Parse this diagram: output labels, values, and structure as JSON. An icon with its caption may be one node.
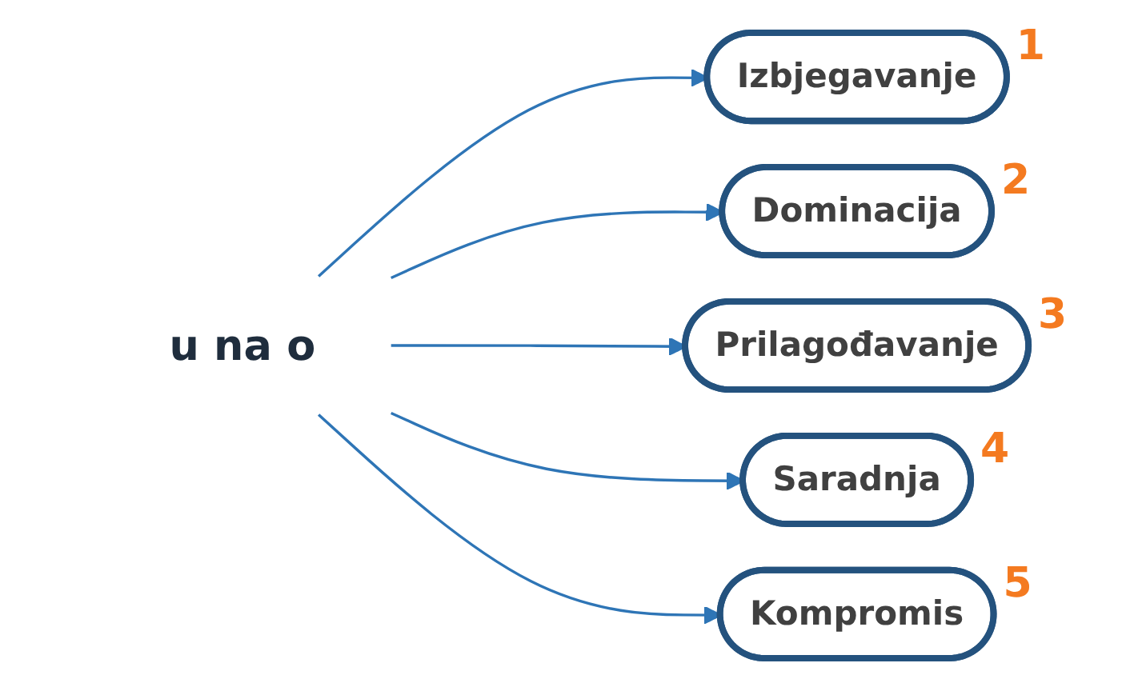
{
  "diagram": {
    "nodes": [
      {
        "text": [
          "u na o"
        ]
      },
      {
        "text": [
          "Izbjegavanje"
        ],
        "beside": [
          "1"
        ]
      },
      {
        "text": [
          "Dominacija"
        ],
        "beside": [
          "2"
        ]
      },
      {
        "text": [
          "Prilagođavanje"
        ],
        "beside": [
          "3"
        ]
      },
      {
        "text": [
          "Saradnja"
        ],
        "beside": [
          "4"
        ]
      },
      {
        "text": [
          "Kompromis"
        ],
        "beside": [
          "5"
        ]
      }
    ],
    "edges": [
      {
        "from": 0,
        "to": 1,
        "arrow": "to"
      },
      {
        "from": 0,
        "to": 2,
        "arrow": "to"
      },
      {
        "from": 0,
        "to": 3,
        "arrow": "to"
      },
      {
        "from": 0,
        "to": 4,
        "arrow": "to"
      },
      {
        "from": 0,
        "to": 5,
        "arrow": "to"
      }
    ]
  }
}
